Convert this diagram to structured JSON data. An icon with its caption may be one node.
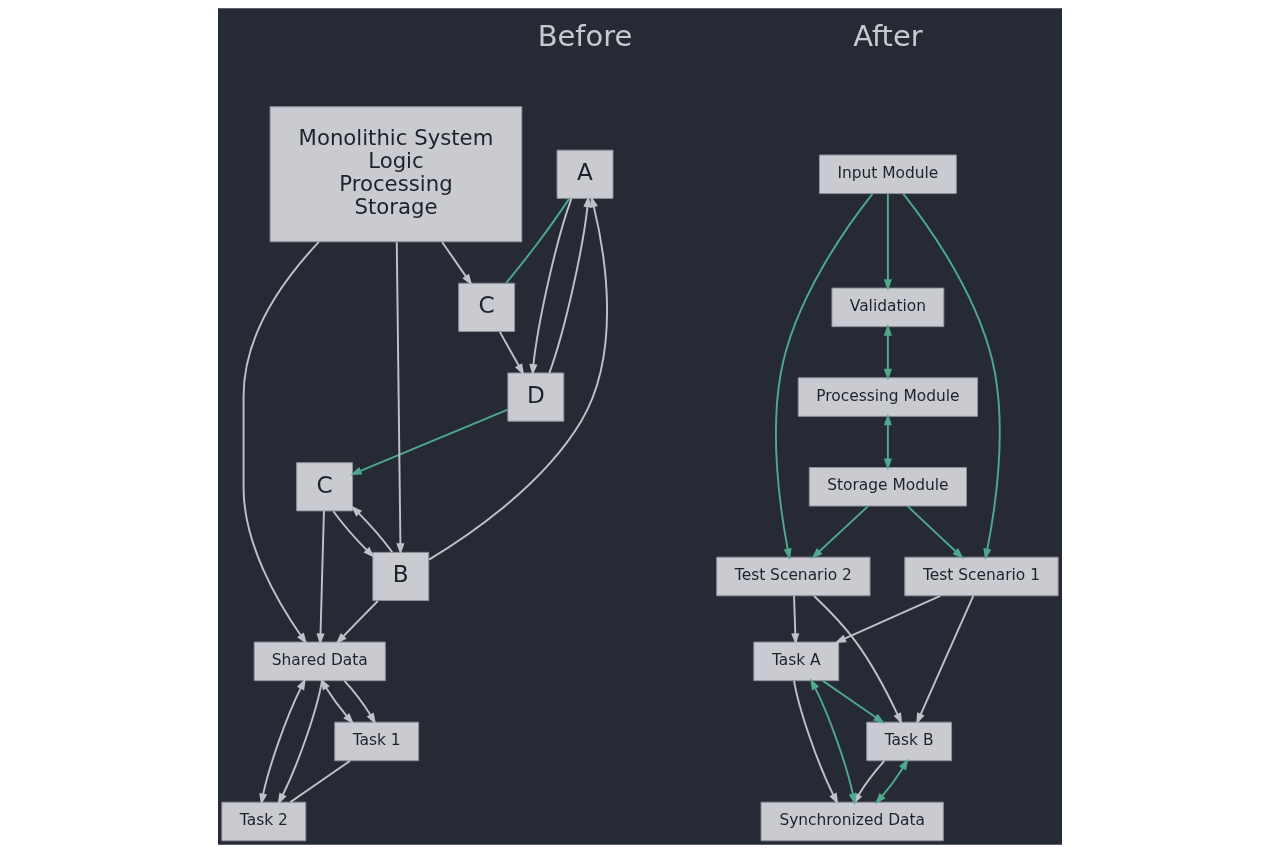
{
  "diagram": {
    "nodes": [
      {
        "text": [
          "A"
        ]
      },
      {
        "text": [
          "D"
        ]
      },
      {
        "text": [
          "Monolithic System",
          "Logic",
          "Processing",
          "Storage"
        ]
      },
      {
        "text": [
          "B"
        ]
      },
      {
        "text": [
          "C"
        ]
      },
      {
        "text": [
          "C"
        ]
      },
      {
        "text": [
          "Shared Data"
        ]
      },
      {
        "text": [
          "Task 1"
        ]
      },
      {
        "text": [
          "Task 2"
        ]
      },
      {
        "text": [
          "Input Module"
        ]
      },
      {
        "text": [
          "Validation"
        ]
      },
      {
        "text": [
          "Processing Module"
        ]
      },
      {
        "text": [
          "Storage Module"
        ]
      },
      {
        "text": [
          "Test Scenario 1"
        ]
      },
      {
        "text": [
          "Test Scenario 2"
        ]
      },
      {
        "text": [
          "Task A"
        ]
      },
      {
        "text": [
          "Task B"
        ]
      },
      {
        "text": [
          "Synchronized Data"
        ]
      }
    ],
    "edges": [
      {
        "from": 1,
        "to": 0,
        "arrow": "to"
      },
      {
        "from": 0,
        "to": 1,
        "arrow": "to"
      },
      {
        "from": 2,
        "to": 3,
        "arrow": "to"
      },
      {
        "from": 2,
        "to": 4,
        "arrow": "to"
      },
      {
        "from": 3,
        "to": 0,
        "arrow": "to"
      },
      {
        "from": 1,
        "to": 5,
        "arrow": "to",
        "color": "#4fa88c"
      },
      {
        "from": 0,
        "to": 4,
        "arrow": "none",
        "color": "#4fa88c"
      },
      {
        "from": 5,
        "to": 3,
        "arrow": "to"
      },
      {
        "from": 4,
        "to": 1,
        "arrow": "to"
      },
      {
        "from": 3,
        "to": 5,
        "arrow": "to"
      },
      {
        "from": 2,
        "to": 6,
        "arrow": "to"
      },
      {
        "from": 3,
        "to": 6,
        "arrow": "to"
      },
      {
        "from": 5,
        "to": 6,
        "arrow": "to"
      },
      {
        "from": 6,
        "to": 7,
        "arrow": "both"
      },
      {
        "from": 6,
        "to": 8,
        "arrow": "both"
      },
      {
        "from": 6,
        "to": 7,
        "arrow": "to"
      },
      {
        "from": 6,
        "to": 8,
        "arrow": "to"
      },
      {
        "from": 7,
        "to": 8,
        "arrow": "none"
      },
      {
        "from": 9,
        "to": 10,
        "arrow": "to",
        "color": "#4fa88c"
      },
      {
        "from": 10,
        "to": 11,
        "arrow": "both",
        "color": "#4fa88c"
      },
      {
        "from": 11,
        "to": 12,
        "arrow": "both",
        "color": "#4fa88c"
      },
      {
        "from": 9,
        "to": 13,
        "arrow": "to",
        "color": "#4fa88c"
      },
      {
        "from": 9,
        "to": 14,
        "arrow": "to",
        "color": "#4fa88c"
      },
      {
        "from": 12,
        "to": 13,
        "arrow": "to",
        "color": "#4fa88c"
      },
      {
        "from": 12,
        "to": 14,
        "arrow": "to",
        "color": "#4fa88c"
      },
      {
        "from": 13,
        "to": 15,
        "arrow": "to"
      },
      {
        "from": 13,
        "to": 16,
        "arrow": "to"
      },
      {
        "from": 14,
        "to": 15,
        "arrow": "to"
      },
      {
        "from": 14,
        "to": 16,
        "arrow": "to"
      },
      {
        "from": 15,
        "to": 16,
        "arrow": "to",
        "color": "#4fa88c"
      },
      {
        "from": 15,
        "to": 17,
        "arrow": "to"
      },
      {
        "from": 16,
        "to": 17,
        "arrow": "to"
      },
      {
        "from": 17,
        "to": 15,
        "arrow": "both",
        "color": "#4fa88c"
      },
      {
        "from": 17,
        "to": 16,
        "arrow": "both",
        "color": "#4fa88c"
      }
    ],
    "labels": [
      "Before",
      "After"
    ]
  }
}
